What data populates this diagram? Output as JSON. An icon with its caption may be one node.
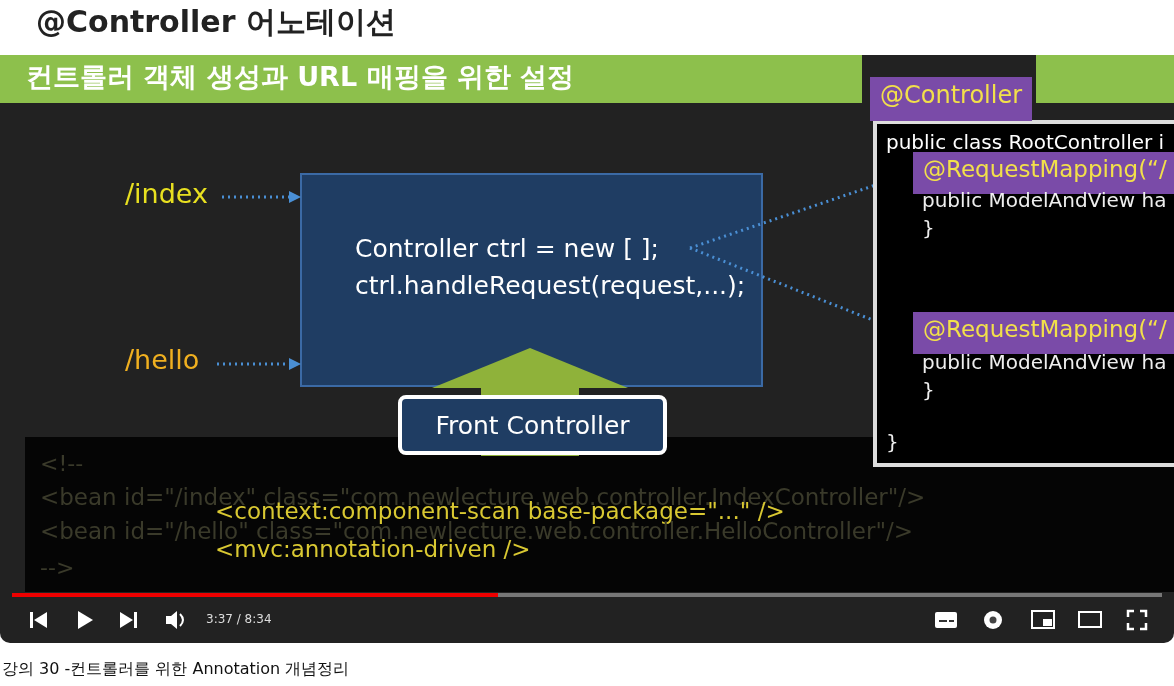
{
  "diagram": {
    "title": "@Controller 어노테이션",
    "caption": "강의 30 -컨트롤러를 위한 Annotation 개념정리",
    "nodes": [
      {
        "text": [
          "컨트롤러 객체 생성과 URL 매핑을 위한 설정"
        ]
      },
      {
        "text": [
          "/index"
        ]
      },
      {
        "text": [
          "/hello"
        ]
      },
      {
        "text": [
          "Controller ctrl = new [ ]; ctrl.handleRequest(request,...);"
        ]
      },
      {
        "text": [
          "Front Controller"
        ]
      },
      {
        "text": [
          "@Controller",
          "public class RootController i"
        ]
      },
      {
        "text": [
          "@RequestMapping(“/"
        ],
        "in": 5
      },
      {
        "text": [
          "@RequestMapping(“/"
        ],
        "in": 5
      }
    ],
    "edges": [
      {
        "from": 1,
        "to": 3,
        "arrow": "to",
        "style": "dashed"
      },
      {
        "from": 2,
        "to": 3,
        "arrow": "to",
        "style": "dashed"
      },
      {
        "from": 3,
        "to": 6,
        "arrow": "to",
        "style": "dashed"
      },
      {
        "from": 3,
        "to": 7,
        "arrow": "to",
        "style": "dashed"
      },
      {
        "from": 4,
        "to": 3,
        "arrow": "to",
        "style": "thick",
        "color": "#8fb23a"
      }
    ],
    "labels": [
      "public ModelAndView ha",
      "}",
      "public ModelAndView ha",
      "}",
      "}",
      "<!--",
      "<bean id=\"/index\" class=\"com.newlecture.web.controller.IndexController\"/>",
      "<context:component-scan base-package=\"...\" />",
      "<bean id=\"/hello\" class=\"com.newlecture.web.controller.HelloController\"/>",
      "<mvc:annotation-driven />",
      "-->",
      "3:37 / 8:34"
    ]
  }
}
